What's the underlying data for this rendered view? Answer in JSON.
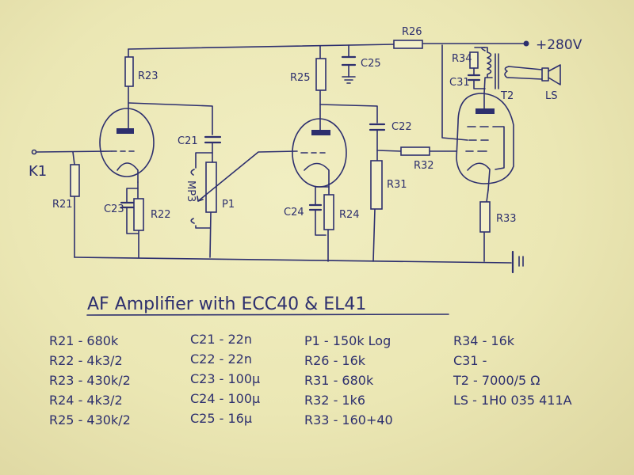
{
  "title": "AF Amplifier with ECC40 & EL41",
  "schematic": {
    "supply_label": "+280V",
    "input_label": "K1",
    "labels": {
      "R21": "R21",
      "R22": "R22",
      "R23": "R23",
      "R24": "R24",
      "R25": "R25",
      "R26": "R26",
      "R31": "R31",
      "R32": "R32",
      "R33": "R33",
      "R34": "R34",
      "C21": "C21",
      "C22": "C22",
      "C23": "C23",
      "C24": "C24",
      "C25": "C25",
      "C31": "C31",
      "P1": "P1",
      "T2": "T2",
      "LS": "LS",
      "MP3": "MP3"
    }
  },
  "parts_list": {
    "col1": [
      "R21 - 680k",
      "R22 - 4k3/2",
      "R23 - 430k/2",
      "R24 - 4k3/2",
      "R25 - 430k/2"
    ],
    "col2": [
      "C21 - 22n",
      "C22 - 22n",
      "C23 - 100µ",
      "C24 - 100µ",
      "C25 - 16µ"
    ],
    "col3": [
      "P1 - 150k Log",
      "R26 - 16k",
      "R31 - 680k",
      "R32 - 1k6",
      "R33 - 160+40"
    ],
    "col4": [
      "R34 - 16k",
      "C31 -",
      "T2 - 7000/5 Ω",
      "LS - 1H0 035 411A"
    ]
  },
  "colors": {
    "ink": "#2d2f6e",
    "paper": "#ede9b8"
  }
}
